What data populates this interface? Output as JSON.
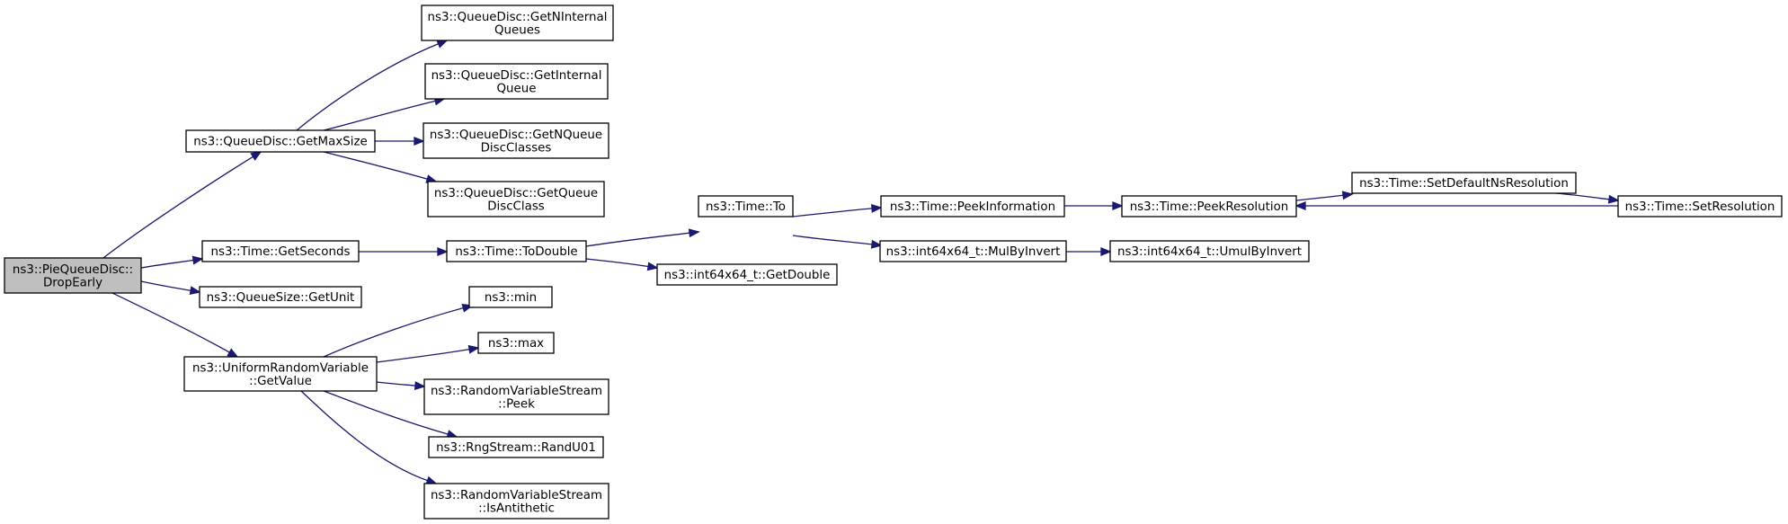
{
  "graph": {
    "nodes": [
      {
        "id": "drop_early",
        "lines": [
          "ns3::PieQueueDisc::",
          "DropEarly"
        ],
        "highlight": true
      },
      {
        "id": "get_max_size",
        "lines": [
          "ns3::QueueDisc::GetMaxSize"
        ]
      },
      {
        "id": "get_n_internal_queues",
        "lines": [
          "ns3::QueueDisc::GetNInternal",
          "Queues"
        ]
      },
      {
        "id": "get_internal_queue",
        "lines": [
          "ns3::QueueDisc::GetInternal",
          "Queue"
        ]
      },
      {
        "id": "get_n_queue_disc_classes",
        "lines": [
          "ns3::QueueDisc::GetNQueue",
          "DiscClasses"
        ]
      },
      {
        "id": "get_queue_disc_class",
        "lines": [
          "ns3::QueueDisc::GetQueue",
          "DiscClass"
        ]
      },
      {
        "id": "time_get_seconds",
        "lines": [
          "ns3::Time::GetSeconds"
        ]
      },
      {
        "id": "time_to_double",
        "lines": [
          "ns3::Time::ToDouble"
        ]
      },
      {
        "id": "time_to",
        "lines": [
          "ns3::Time::To"
        ]
      },
      {
        "id": "time_peek_information",
        "lines": [
          "ns3::Time::PeekInformation"
        ]
      },
      {
        "id": "time_peek_resolution",
        "lines": [
          "ns3::Time::PeekResolution"
        ]
      },
      {
        "id": "time_set_default_ns_resolution",
        "lines": [
          "ns3::Time::SetDefaultNsResolution"
        ]
      },
      {
        "id": "time_set_resolution",
        "lines": [
          "ns3::Time::SetResolution"
        ]
      },
      {
        "id": "int64_mul_by_invert",
        "lines": [
          "ns3::int64x64_t::MulByInvert"
        ]
      },
      {
        "id": "int64_umul_by_invert",
        "lines": [
          "ns3::int64x64_t::UmulByInvert"
        ]
      },
      {
        "id": "int64_get_double",
        "lines": [
          "ns3::int64x64_t::GetDouble"
        ]
      },
      {
        "id": "queue_size_get_unit",
        "lines": [
          "ns3::QueueSize::GetUnit"
        ]
      },
      {
        "id": "uniform_get_value",
        "lines": [
          "ns3::UniformRandomVariable",
          "::GetValue"
        ]
      },
      {
        "id": "ns3_min",
        "lines": [
          "ns3::min"
        ]
      },
      {
        "id": "ns3_max",
        "lines": [
          "ns3::max"
        ]
      },
      {
        "id": "rvs_peek",
        "lines": [
          "ns3::RandomVariableStream",
          "::Peek"
        ]
      },
      {
        "id": "rng_rand_u01",
        "lines": [
          "ns3::RngStream::RandU01"
        ]
      },
      {
        "id": "rvs_is_antithetic",
        "lines": [
          "ns3::RandomVariableStream",
          "::IsAntithetic"
        ]
      }
    ],
    "edges": [
      {
        "from": "drop_early",
        "to": "get_max_size"
      },
      {
        "from": "drop_early",
        "to": "time_get_seconds"
      },
      {
        "from": "drop_early",
        "to": "queue_size_get_unit"
      },
      {
        "from": "drop_early",
        "to": "uniform_get_value"
      },
      {
        "from": "get_max_size",
        "to": "get_n_internal_queues"
      },
      {
        "from": "get_max_size",
        "to": "get_internal_queue"
      },
      {
        "from": "get_max_size",
        "to": "get_n_queue_disc_classes"
      },
      {
        "from": "get_max_size",
        "to": "get_queue_disc_class"
      },
      {
        "from": "time_get_seconds",
        "to": "time_to_double"
      },
      {
        "from": "time_to_double",
        "to": "time_to"
      },
      {
        "from": "time_to_double",
        "to": "int64_get_double"
      },
      {
        "from": "time_to",
        "to": "time_peek_information"
      },
      {
        "from": "time_to",
        "to": "int64_mul_by_invert"
      },
      {
        "from": "time_peek_information",
        "to": "time_peek_resolution"
      },
      {
        "from": "time_peek_resolution",
        "to": "time_set_default_ns_resolution"
      },
      {
        "from": "time_set_default_ns_resolution",
        "to": "time_set_resolution"
      },
      {
        "from": "time_set_resolution",
        "to": "time_peek_resolution"
      },
      {
        "from": "int64_mul_by_invert",
        "to": "int64_umul_by_invert"
      },
      {
        "from": "uniform_get_value",
        "to": "ns3_min"
      },
      {
        "from": "uniform_get_value",
        "to": "ns3_max"
      },
      {
        "from": "uniform_get_value",
        "to": "rvs_peek"
      },
      {
        "from": "uniform_get_value",
        "to": "rng_rand_u01"
      },
      {
        "from": "uniform_get_value",
        "to": "rvs_is_antithetic"
      }
    ]
  }
}
